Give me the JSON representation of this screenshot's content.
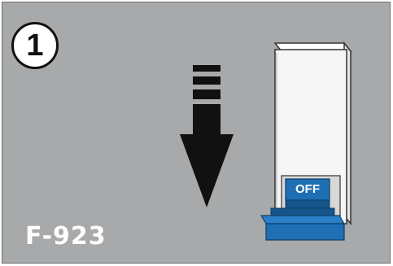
{
  "step": {
    "number": "1"
  },
  "model": {
    "code": "F-923"
  },
  "switch": {
    "position_label": "OFF"
  },
  "icons": {
    "direction": "down-arrow-icon"
  },
  "colors": {
    "panel_bg": "#a7a9ab",
    "switch_blue": "#1f6fb5",
    "switch_blue_dark": "#15558c",
    "arrow": "#111111"
  }
}
